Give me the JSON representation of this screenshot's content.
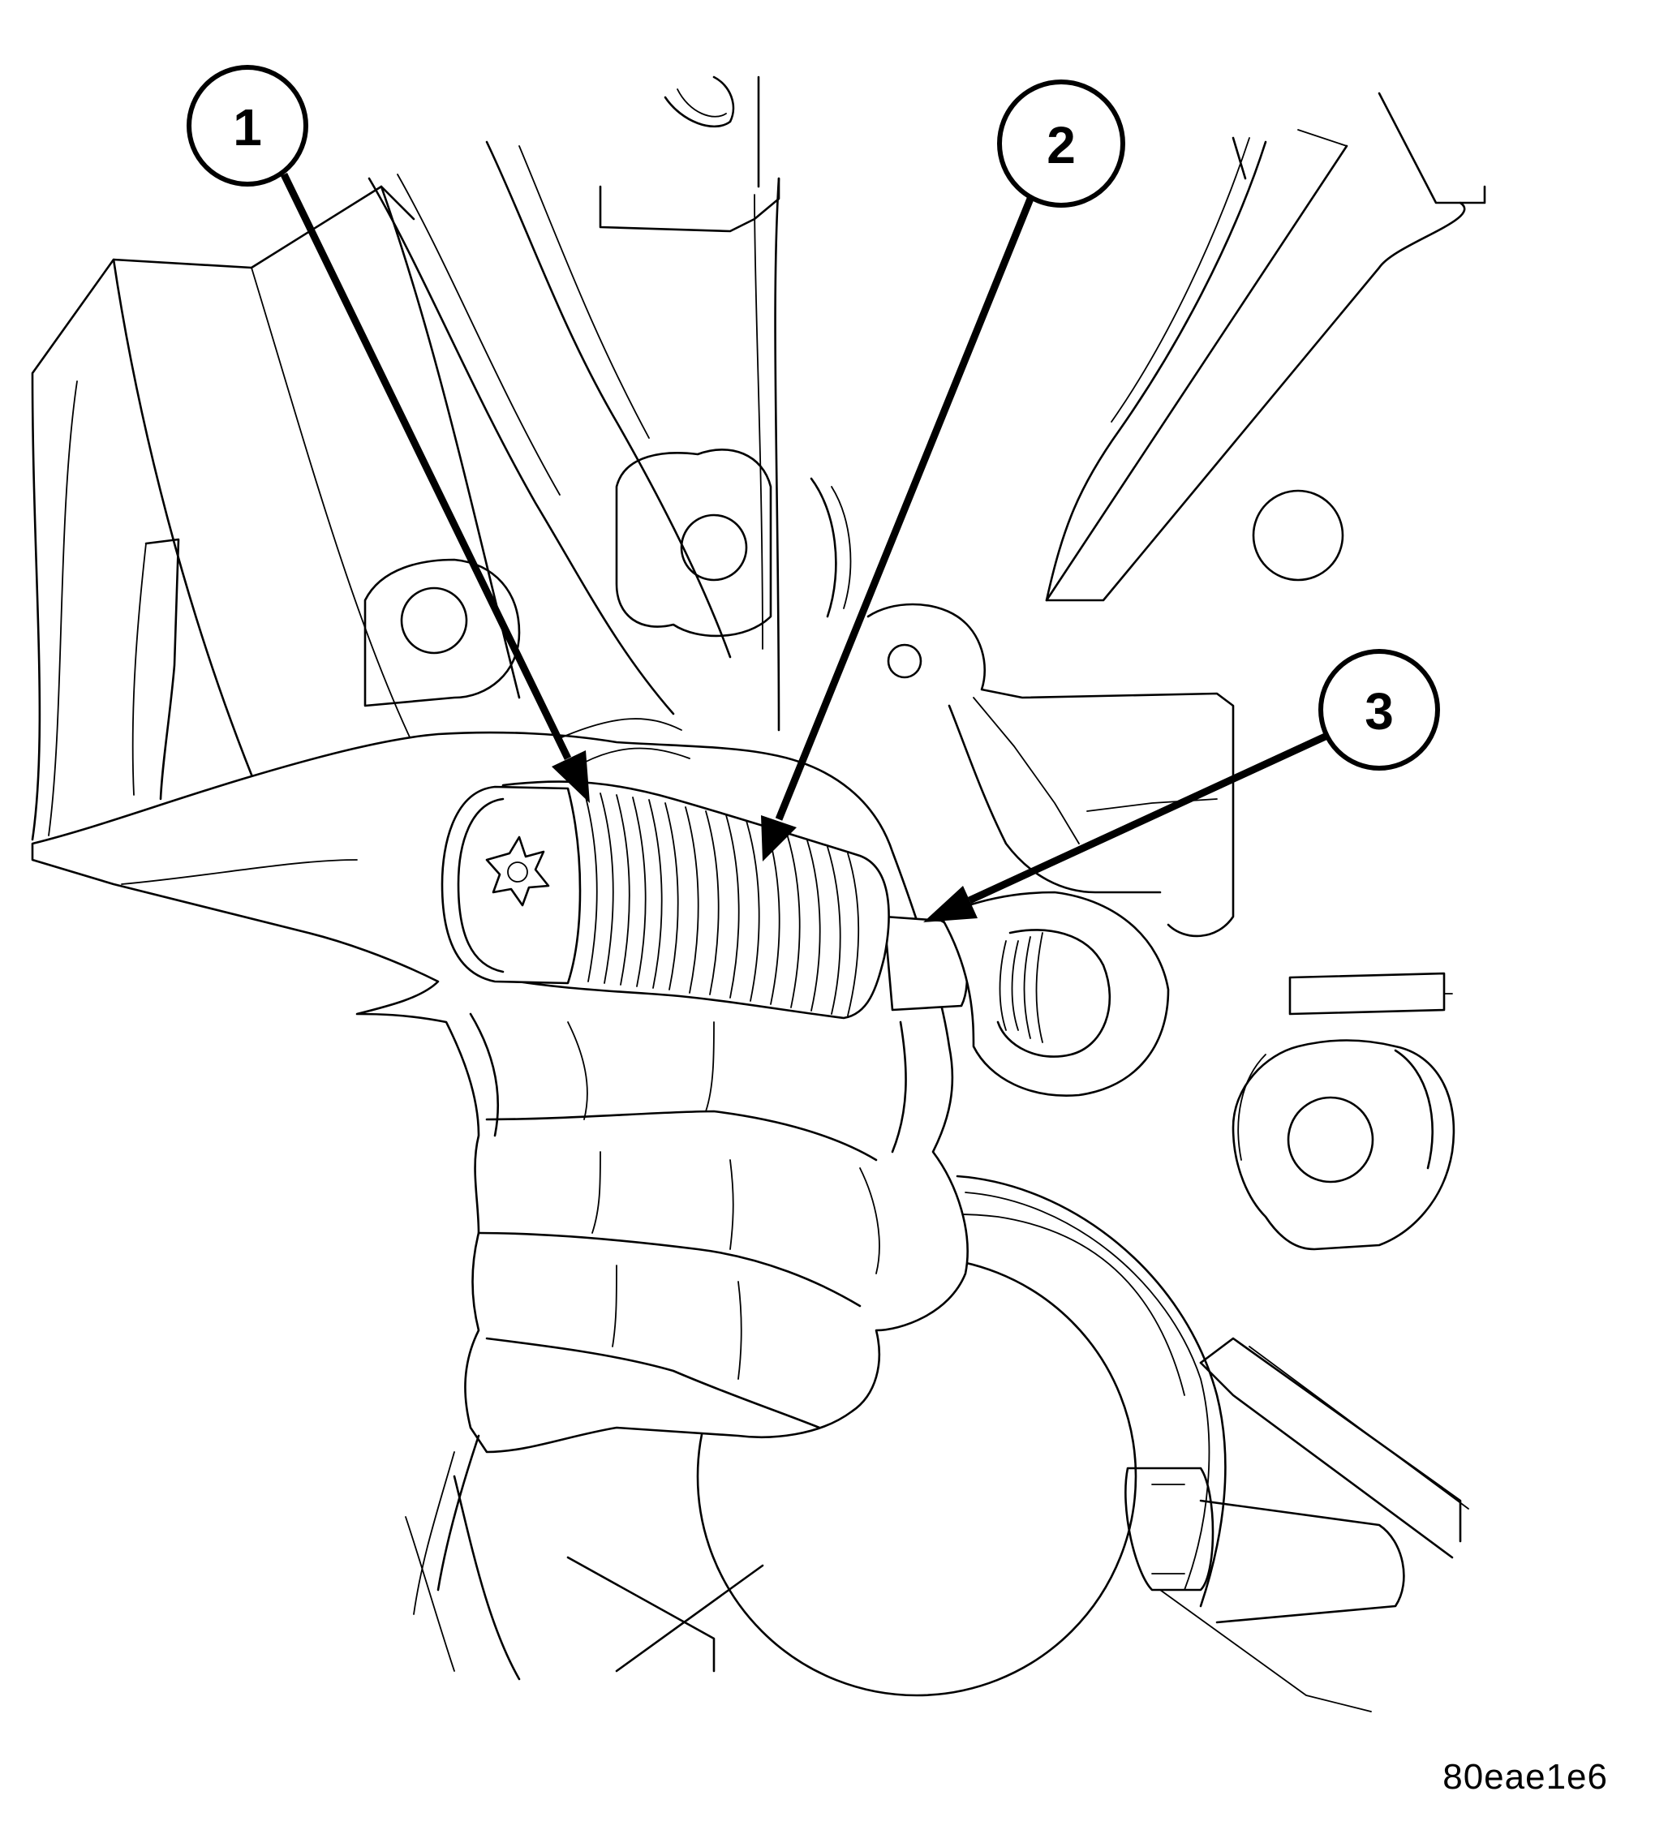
{
  "callouts": [
    {
      "number": "1"
    },
    {
      "number": "2"
    },
    {
      "number": "3"
    }
  ],
  "figure_id": "80eae1e6",
  "colors": {
    "line": "#000000",
    "background": "#ffffff"
  }
}
